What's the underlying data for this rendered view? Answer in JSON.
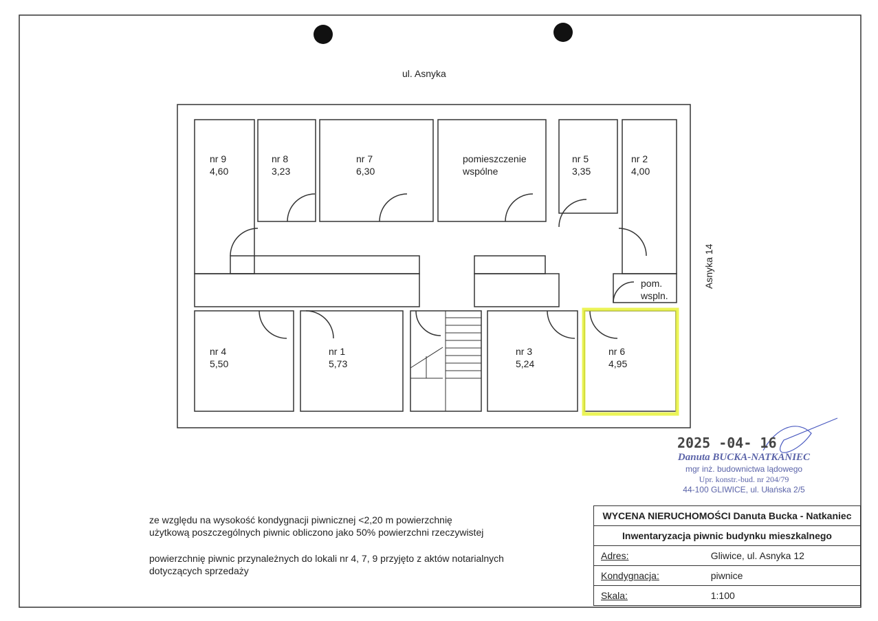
{
  "street_top": "ul. Asnyka",
  "street_right": "Asnyka 14",
  "rooms": [
    {
      "name": "nr 9",
      "area": "4,60"
    },
    {
      "name": "nr 8",
      "area": "3,23"
    },
    {
      "name": "nr 7",
      "area": "6,30"
    },
    {
      "name": "pomieszczenie",
      "area": "wspólne"
    },
    {
      "name": "nr 5",
      "area": "3,35"
    },
    {
      "name": "nr 2",
      "area": "4,00"
    },
    {
      "name": "pom.",
      "area": "wspln."
    },
    {
      "name": "nr 4",
      "area": "5,50"
    },
    {
      "name": "nr 1",
      "area": "5,73"
    },
    {
      "name": "nr 3",
      "area": "5,24"
    },
    {
      "name": "nr 6",
      "area": "4,95"
    }
  ],
  "highlight_color": "#e8f23a",
  "stamp": {
    "date": "2025 -04- 16",
    "name": "Danuta BUCKA-NATKANIEC",
    "line1": "mgr inż. budownictwa lądowego",
    "line2": "Upr. konstr.-bud. nr 204/79",
    "line3": "44-100 GLIWICE, ul. Ułańska 2/5"
  },
  "notes": [
    "ze względu na wysokość kondygnacji piwnicznej <2,20 m powierzchnię",
    "użytkową poszczególnych piwnic obliczono jako 50% powierzchni rzeczywistej",
    "powierzchnię piwnic przynależnych do lokali nr 4, 7, 9 przyjęto z aktów notarialnych",
    "dotyczących sprzedaży"
  ],
  "title_block": {
    "company": "WYCENA NIERUCHOMOŚCI Danuta Bucka - Natkaniec",
    "title": "Inwentaryzacja piwnic budynku mieszkalnego",
    "rows": [
      {
        "label": "Adres:",
        "value": "Gliwice, ul. Asnyka 12"
      },
      {
        "label": "Kondygnacja:",
        "value": "piwnice"
      },
      {
        "label": "Skala:",
        "value": "1:100"
      }
    ]
  }
}
